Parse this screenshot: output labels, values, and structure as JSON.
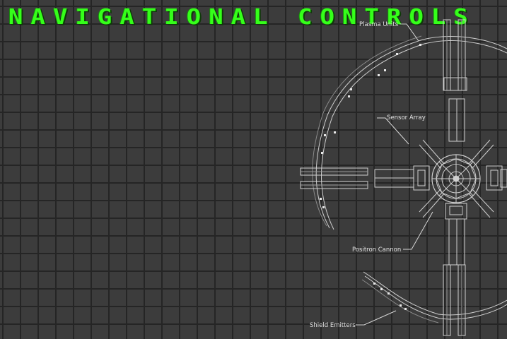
{
  "header": {
    "title": "NAVIGATIONAL CONTROLS"
  },
  "callouts": {
    "plasma_units": "Plasma Units",
    "sensor_array": "Sensor Array",
    "positron_cannon": "Positron Cannon",
    "shield_emitters": "Shield Emitters"
  },
  "colors": {
    "title": "#35ff1a",
    "background": "#3c3c3c",
    "grid": "#252525",
    "lines": "#cfcfcf"
  }
}
